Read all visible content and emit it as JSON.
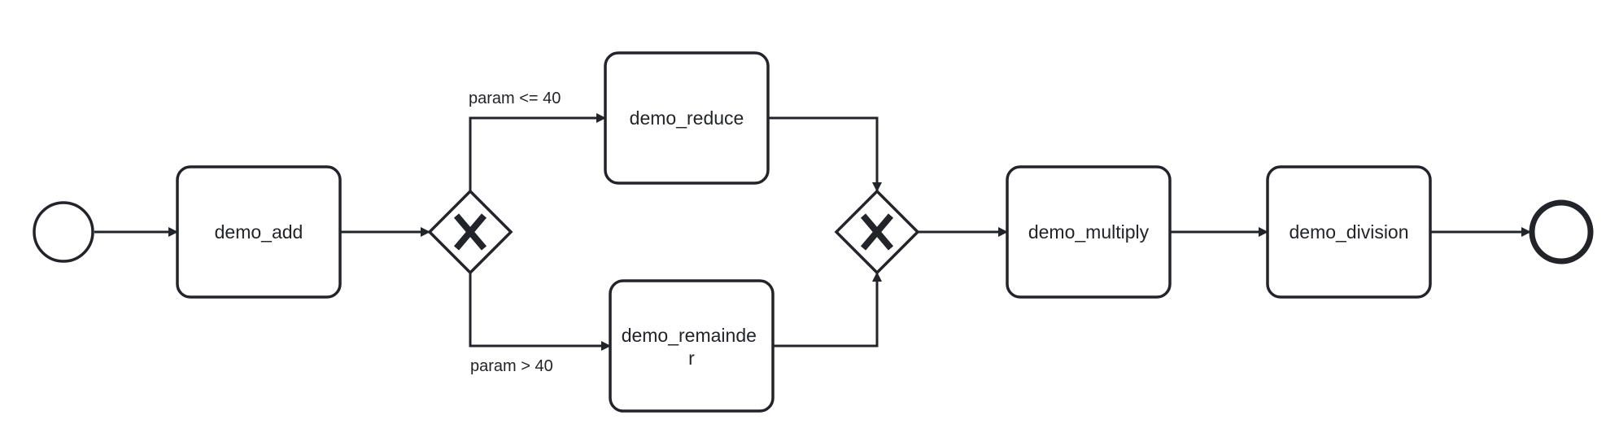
{
  "diagram": {
    "colors": {
      "stroke": "#22242a",
      "fill": "#ffffff",
      "text": "#22242a"
    },
    "events": {
      "start": "",
      "end": ""
    },
    "tasks": {
      "add": {
        "label_lines": [
          "demo_add"
        ]
      },
      "reduce": {
        "label_lines": [
          "demo_reduce"
        ]
      },
      "remainder": {
        "label_lines": [
          "demo_remainde",
          "r"
        ]
      },
      "multiply": {
        "label_lines": [
          "demo_multiply"
        ]
      },
      "division": {
        "label_lines": [
          "demo_division"
        ]
      }
    },
    "gateways": {
      "split": {
        "type": "exclusive",
        "marker_icon": "x-mark-icon"
      },
      "join": {
        "type": "exclusive",
        "marker_icon": "x-mark-icon"
      }
    },
    "conditions": {
      "upper": "param <= 40",
      "lower": "param > 40"
    }
  }
}
